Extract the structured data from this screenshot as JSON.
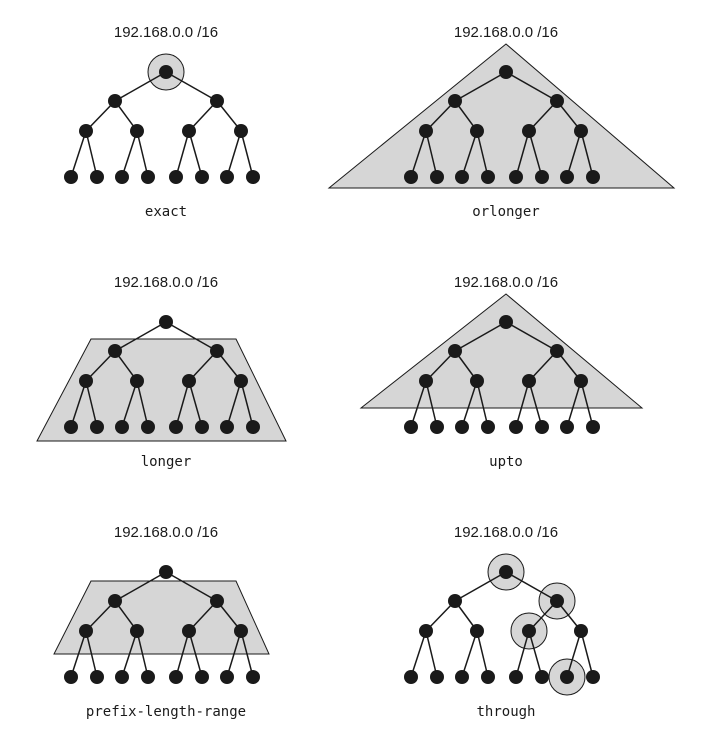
{
  "diagram": {
    "colors": {
      "node": "#1a1a1a",
      "edge": "#1a1a1a",
      "region_fill": "#d6d6d6",
      "region_stroke": "#1a1a1a",
      "highlight_fill": "#d6d6d6"
    },
    "panels": [
      {
        "id": "exact",
        "prefix": "192.168.0.0 /16",
        "label": "exact",
        "region": "none",
        "highlights": [
          "root"
        ]
      },
      {
        "id": "orlonger",
        "prefix": "192.168.0.0 /16",
        "label": "orlonger",
        "region": "triangle",
        "highlights": []
      },
      {
        "id": "longer",
        "prefix": "192.168.0.0 /16",
        "label": "longer",
        "region": "trapezoid-below-root",
        "highlights": []
      },
      {
        "id": "upto",
        "prefix": "192.168.0.0 /16",
        "label": "upto",
        "region": "triangle-above-leaves",
        "highlights": []
      },
      {
        "id": "prefix-length-range",
        "prefix": "192.168.0.0 /16",
        "label": "prefix-length-range",
        "region": "band-middle-levels",
        "highlights": []
      },
      {
        "id": "through",
        "prefix": "192.168.0.0 /16",
        "label": "through",
        "region": "none",
        "highlights": [
          "root",
          "level1-right",
          "level2-right-left",
          "leaf-6"
        ]
      }
    ]
  }
}
